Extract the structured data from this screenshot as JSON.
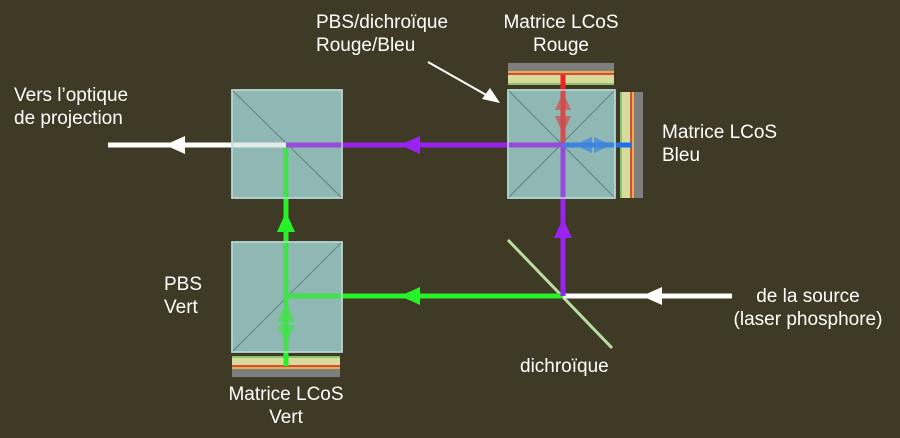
{
  "colors": {
    "background": "#3f3a25",
    "cube_fill": "#8fb8b4",
    "cube_stroke": "#b9d9d6",
    "purple": "#9a22ee",
    "green": "#27f227",
    "white": "#ffffff",
    "red": "#ee2222",
    "blue": "#1f6fee",
    "dichroic_mirror": "#b9dda0"
  },
  "labels": {
    "output_line1": "Vers l’optique",
    "output_line2": "de projection",
    "pbs_dichroic_line1": "PBS/dichroïque",
    "pbs_dichroic_line2": "Rouge/Bleu",
    "lcos_red_line1": "Matrice LCoS",
    "lcos_red_line2": "Rouge",
    "lcos_blue_line1": "Matrice LCoS",
    "lcos_blue_line2": "Bleu",
    "pbs_green_line1": "PBS",
    "pbs_green_line2": "Vert",
    "source_line1": "de la source",
    "source_line2": "(laser phosphore)",
    "dichroic": "dichroïque",
    "lcos_green_line1": "Matrice LCoS",
    "lcos_green_line2": "Vert"
  }
}
